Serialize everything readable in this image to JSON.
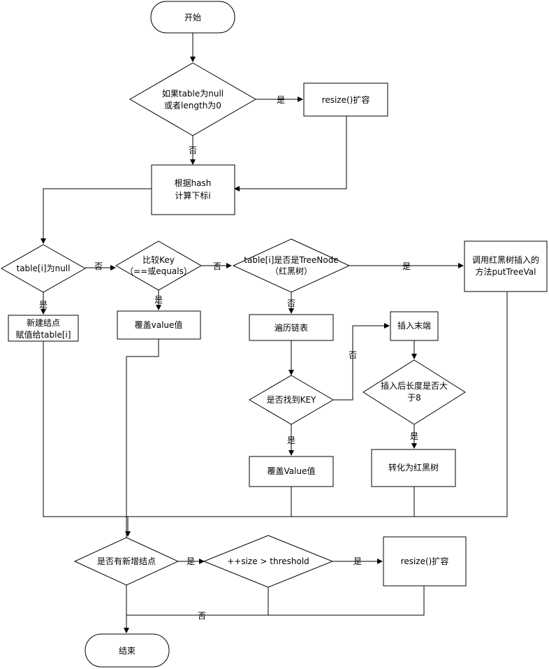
{
  "nodes": {
    "start": "开始",
    "check_table_1": "如果table为null",
    "check_table_2": "或者length为0",
    "resize1": "resize()扩容",
    "calc_index_1": "根据hash",
    "calc_index_2": "计算下标i",
    "ti_null": "table[i]为null",
    "cmp_key_1": "比较Key",
    "cmp_key_2": "（==或equals）",
    "treenode_1": "table[i]是否是TreeNode",
    "treenode_2": "（红黑树）",
    "put_tree_1": "调用红黑树插入的",
    "put_tree_2": "方法putTreeVal",
    "new_node_1": "新建结点",
    "new_node_2": "赋值给table[i]",
    "overwrite_value": "覆盖value值",
    "traverse_list": "遍历链表",
    "insert_tail": "插入末端",
    "found_key": "是否找到KEY",
    "len_gt8_1": "插入后长度是否大",
    "len_gt8_2": "于8",
    "overwrite_value2": "覆盖Value值",
    "to_rbtree": "转化为红黑树",
    "has_new_node": "是否有新增结点",
    "size_threshold": "++size > threshold",
    "resize2": "resize()扩容",
    "end": "结束"
  },
  "edge_labels": {
    "check_yes": "是",
    "check_no": "否",
    "ti_null_no": "否",
    "ti_null_yes": "是",
    "cmp_key_no": "否",
    "cmp_key_yes": "是",
    "treenode_yes": "是",
    "treenode_no": "否",
    "found_no": "否",
    "found_yes": "是",
    "len_yes": "是",
    "has_new_yes": "是",
    "size_yes": "是",
    "end_no": "否"
  },
  "colors": {
    "stroke": "#000000",
    "fill": "#ffffff",
    "text": "#000000"
  }
}
